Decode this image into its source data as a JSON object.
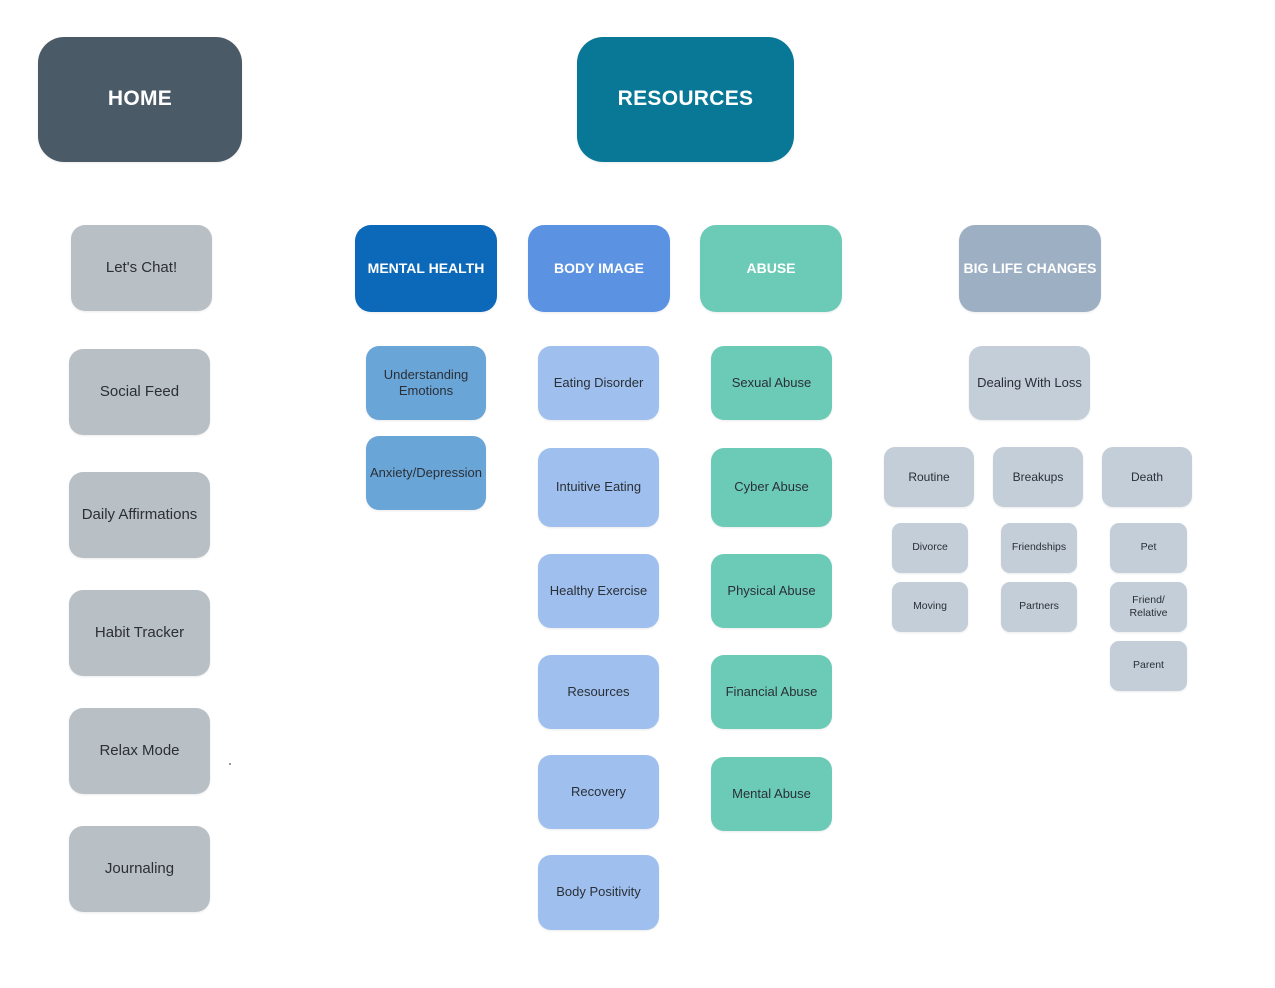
{
  "colors": {
    "home": "#4b5a67",
    "resources": "#087896",
    "home_item": "#b8bfc5",
    "mental_health": "#0c69b9",
    "mental_health_sub": "#6aa5d8",
    "body_image": "#5b93e2",
    "body_image_sub": "#9fc0ee",
    "abuse": "#6ccbb7",
    "big_life_changes": "#9dafc2",
    "big_life_changes_sub": "#c3ced8"
  },
  "home": {
    "title": "HOME",
    "items": [
      "Let's Chat!",
      "Social Feed",
      "Daily Affirmations",
      "Habit Tracker",
      "Relax Mode",
      "Journaling"
    ]
  },
  "resources": {
    "title": "RESOURCES",
    "categories": [
      {
        "name": "MENTAL HEALTH",
        "items": [
          "Understanding Emotions",
          "Anxiety/Depression"
        ]
      },
      {
        "name": "BODY IMAGE",
        "items": [
          "Eating Disorder",
          "Intuitive Eating",
          "Healthy Exercise",
          "Resources",
          "Recovery",
          "Body Positivity"
        ]
      },
      {
        "name": "ABUSE",
        "items": [
          "Sexual Abuse",
          "Cyber Abuse",
          "Physical Abuse",
          "Financial Abuse",
          "Mental Abuse"
        ]
      },
      {
        "name": "BIG LIFE CHANGES",
        "items": [
          "Dealing With Loss"
        ],
        "groups": [
          {
            "name": "Routine",
            "items": [
              "Divorce",
              "Moving"
            ]
          },
          {
            "name": "Breakups",
            "items": [
              "Friendships",
              "Partners"
            ]
          },
          {
            "name": "Death",
            "items": [
              "Pet",
              "Friend/ Relative",
              "Parent"
            ]
          }
        ]
      }
    ]
  }
}
